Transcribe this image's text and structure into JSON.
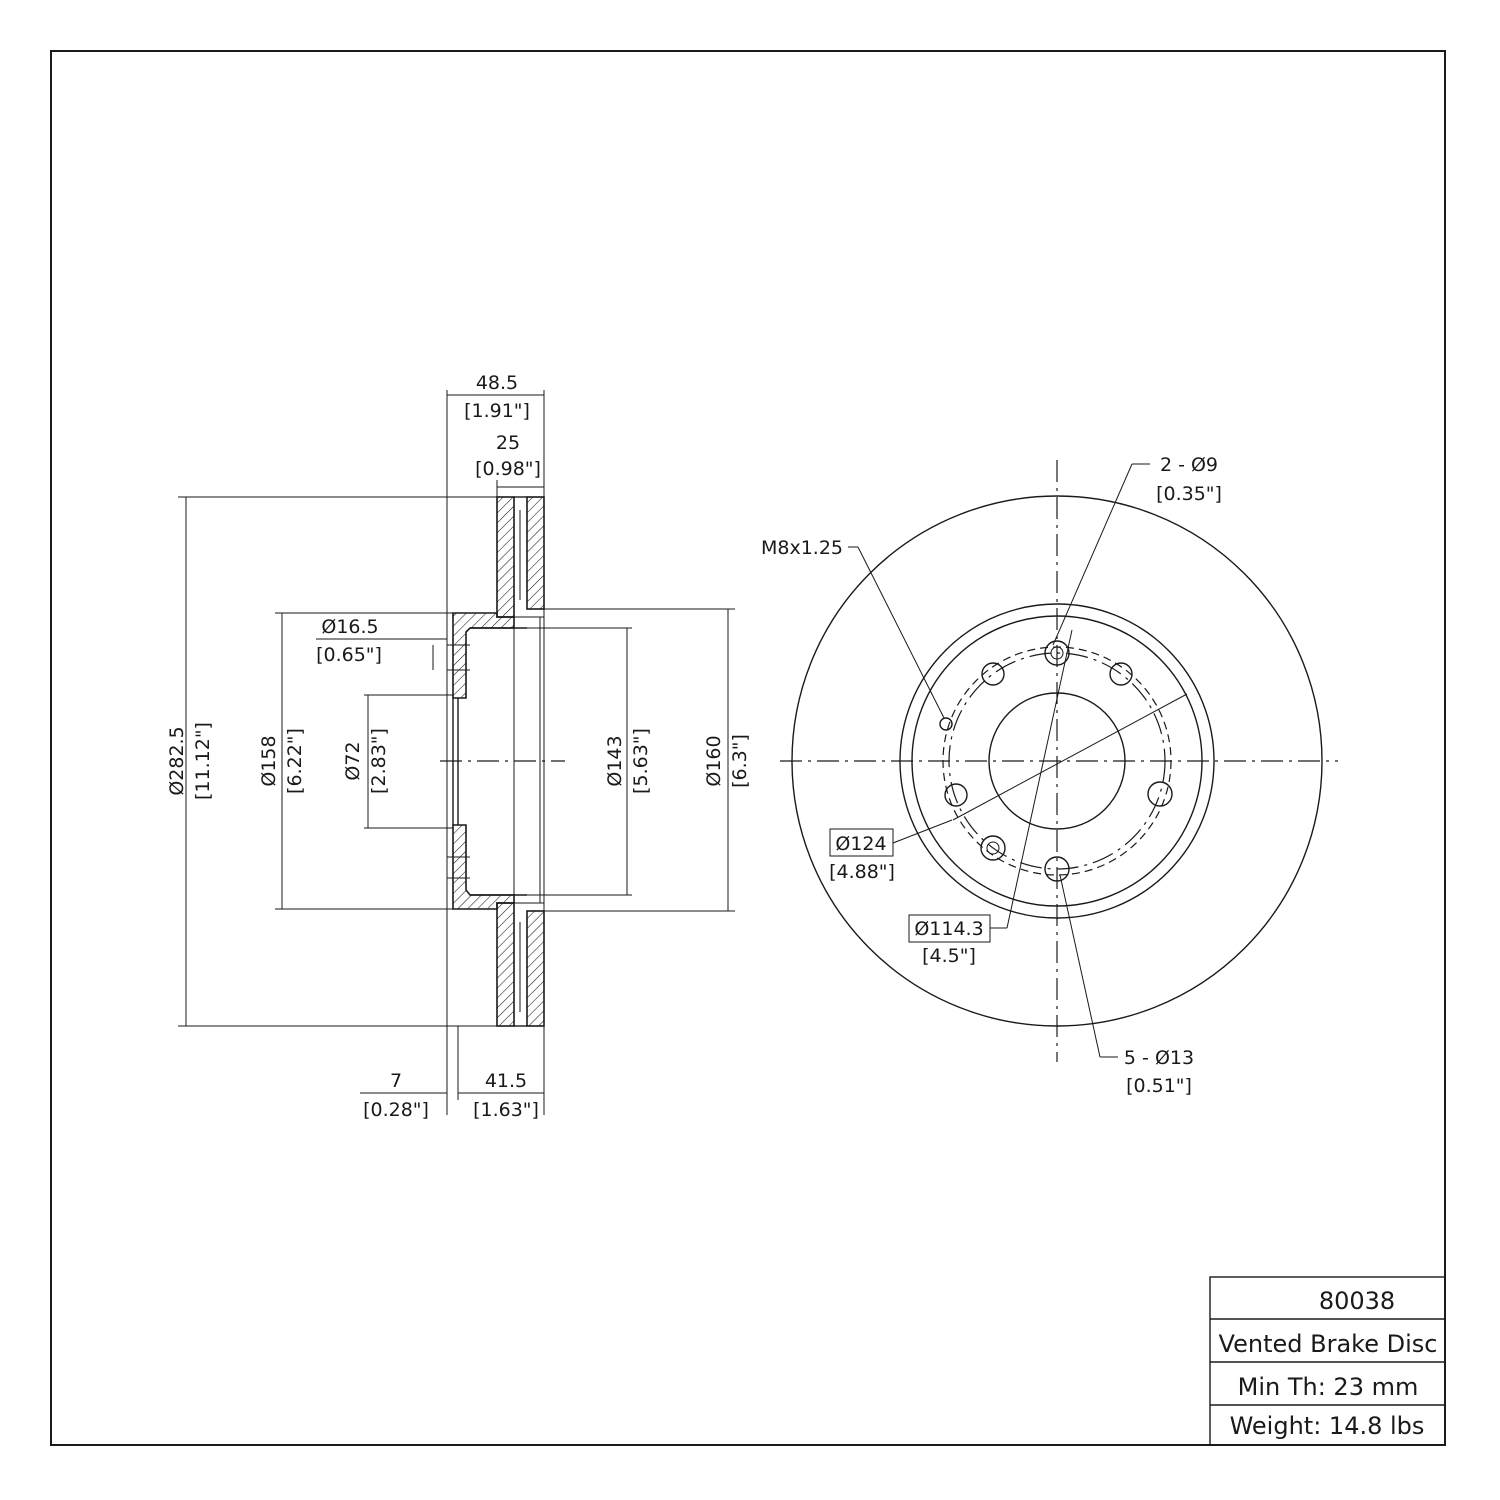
{
  "dimensions": {
    "overall_width": {
      "mm": "48.5",
      "in": "[1.91\"]"
    },
    "disc_thickness": {
      "mm": "25",
      "in": "[0.98\"]"
    },
    "outer_diameter": {
      "mm": "Ø282.5",
      "in": "[11.12\"]"
    },
    "hat_diameter": {
      "mm": "Ø158",
      "in": "[6.22\"]"
    },
    "hole_16_5": {
      "mm": "Ø16.5",
      "in": "[0.65\"]"
    },
    "center_bore": {
      "mm": "Ø72",
      "in": "[2.83\"]"
    },
    "inner_hat": {
      "mm": "Ø143",
      "in": "[5.63\"]"
    },
    "hat_outer": {
      "mm": "Ø160",
      "in": "[6.3\"]"
    },
    "hat_thickness": {
      "mm": "7",
      "in": "[0.28\"]"
    },
    "height": {
      "mm": "41.5",
      "in": "[1.63\"]"
    },
    "thread": {
      "label": "M8x1.25"
    },
    "small_holes": {
      "mm": "2 - Ø9",
      "in": "[0.35\"]"
    },
    "pcd_outer": {
      "mm": "Ø124",
      "in": "[4.88\"]"
    },
    "pcd_bolt": {
      "mm": "Ø114.3",
      "in": "[4.5\"]"
    },
    "lug_holes": {
      "mm": "5 - Ø13",
      "in": "[0.51\"]"
    }
  },
  "title_block": {
    "part_number": "80038",
    "description": "Vented Brake Disc",
    "min_thickness": "Min Th: 23 mm",
    "weight": "Weight: 14.8 lbs"
  }
}
